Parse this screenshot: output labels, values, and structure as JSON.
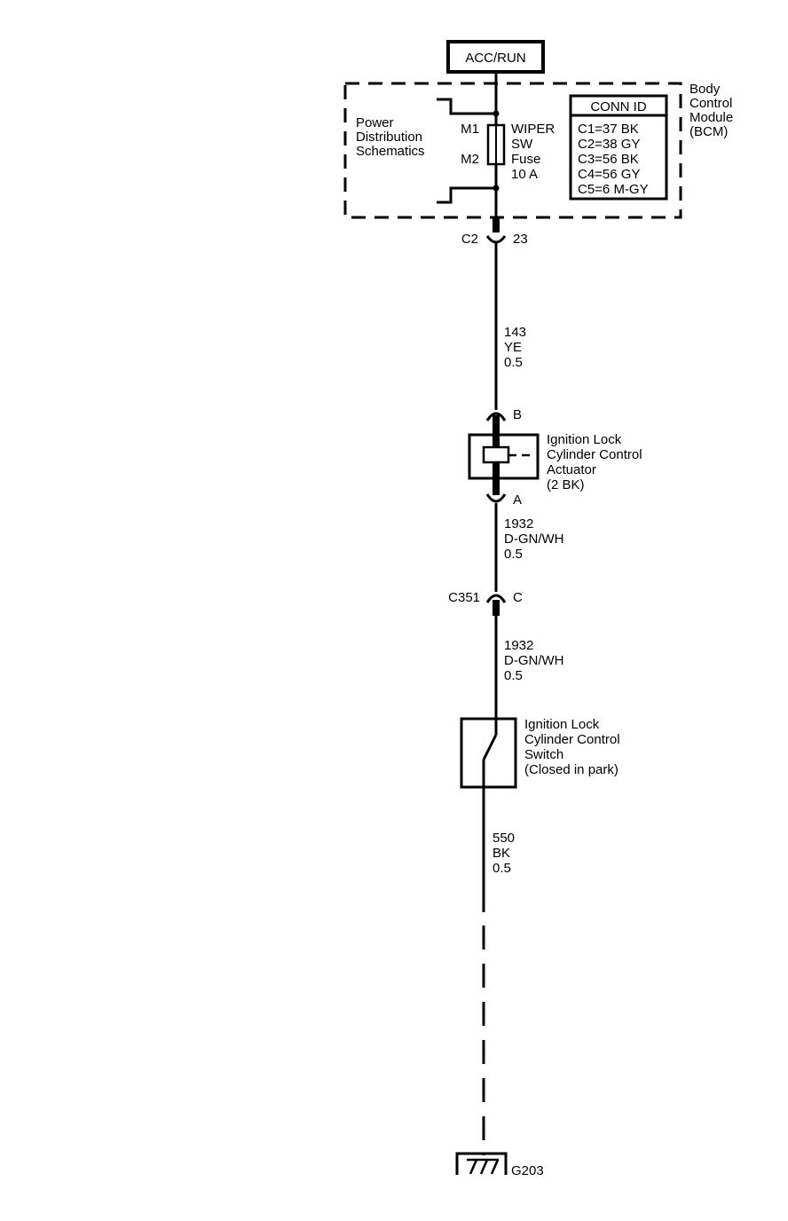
{
  "power_source": {
    "label": "ACC/RUN"
  },
  "bcm": {
    "label_lines": [
      "Body",
      "Control",
      "Module",
      "(BCM)"
    ],
    "conn_id": {
      "title": "CONN ID",
      "rows": [
        "C1=37 BK",
        "C2=38 GY",
        "C3=56 BK",
        "C4=56 GY",
        "C5=6 M-GY"
      ]
    }
  },
  "power_distribution": {
    "label_lines": [
      "Power",
      "Distribution",
      "Schematics"
    ]
  },
  "fuse": {
    "terminal_top": "M1",
    "terminal_bottom": "M2",
    "label_lines": [
      "WIPER",
      "SW",
      "Fuse",
      "10 A"
    ]
  },
  "connectors": {
    "c2": {
      "name": "C2",
      "pin": "23"
    },
    "actuator_b": {
      "pin": "B"
    },
    "actuator_a": {
      "pin": "A"
    },
    "c351": {
      "name": "C351",
      "pin": "C"
    }
  },
  "wires": {
    "w143": {
      "circuit": "143",
      "color": "YE",
      "gauge": "0.5"
    },
    "w1932_upper": {
      "circuit": "1932",
      "color": "D-GN/WH",
      "gauge": "0.5"
    },
    "w1932_lower": {
      "circuit": "1932",
      "color": "D-GN/WH",
      "gauge": "0.5"
    },
    "w550": {
      "circuit": "550",
      "color": "BK",
      "gauge": "0.5"
    }
  },
  "actuator": {
    "label_lines": [
      "Ignition Lock",
      "Cylinder Control",
      "Actuator",
      "(2 BK)"
    ]
  },
  "switch": {
    "label_lines": [
      "Ignition Lock",
      "Cylinder Control",
      "Switch",
      "(Closed in park)"
    ]
  },
  "ground": {
    "label": "G203"
  }
}
